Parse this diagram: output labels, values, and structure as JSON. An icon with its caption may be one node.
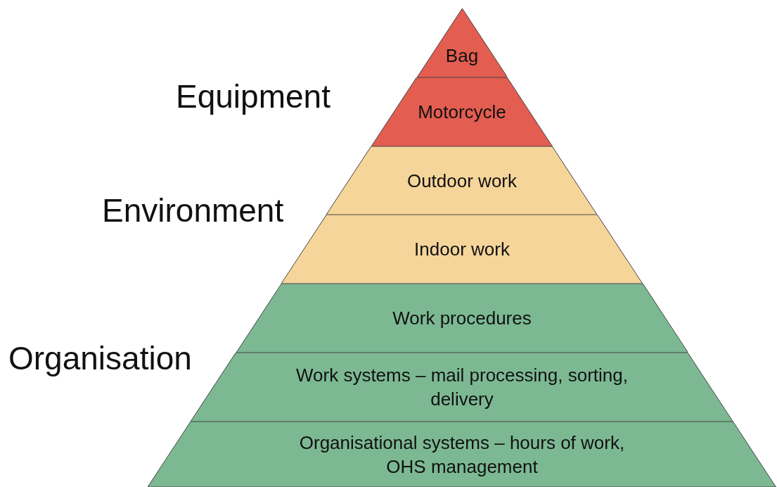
{
  "diagram": {
    "nodes": [
      {
        "text": [
          "Bag"
        ]
      },
      {
        "text": [
          "Motorcycle"
        ]
      },
      {
        "text": [
          "Outdoor work"
        ]
      },
      {
        "text": [
          "Indoor work"
        ]
      },
      {
        "text": [
          "Work procedures"
        ]
      },
      {
        "text": [
          "Work systems – mail processing, sorting, delivery"
        ]
      },
      {
        "text": [
          "Organisational systems – hours of work, OHS management"
        ]
      }
    ],
    "labels": [
      "Equipment",
      "Environment",
      "Organisation"
    ]
  }
}
